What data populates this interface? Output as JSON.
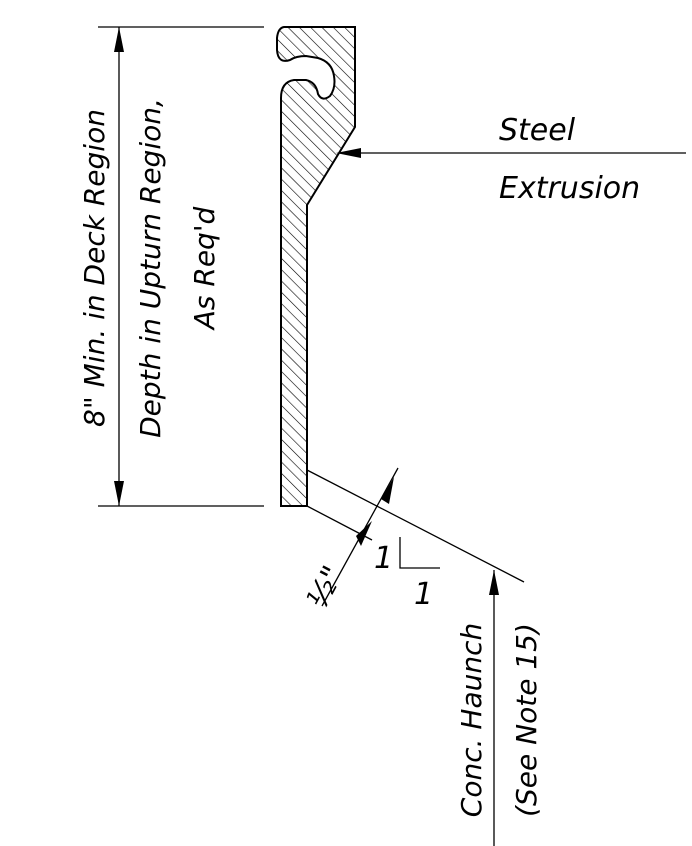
{
  "labels": {
    "dim_line1": "8\" Min. in Deck Region",
    "dim_line2": "Depth in Upturn Region,",
    "dim_line3": "As Req'd",
    "steel_1": "Steel",
    "steel_2": "Extrusion",
    "offset_half": "½\"",
    "slope_rise": "1",
    "slope_run": "1",
    "haunch_1": "Conc. Haunch",
    "haunch_2": "(See Note 15)"
  },
  "colors": {
    "ink": "#000000",
    "paper": "#ffffff"
  }
}
